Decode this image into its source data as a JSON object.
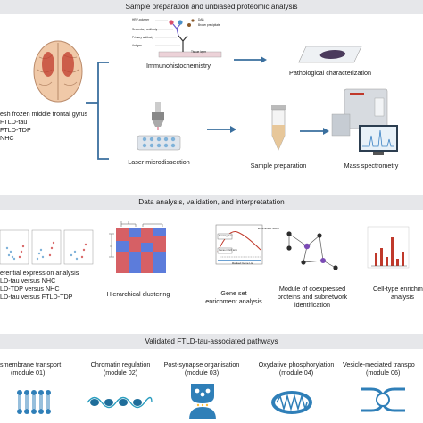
{
  "section1": {
    "title": "Sample preparation and unbiased proteomic analysis",
    "brain_label": [
      "esh frozen middle frontal gyrus",
      "FTLD-tau",
      "FTLD-TDP",
      "NHC"
    ],
    "ihc_label": "Immunohistochemistry",
    "ihc_parts": [
      "HRP-polymer",
      "DAB",
      "Brown precipitate",
      "Secondary antibody",
      "Primary antibody",
      "Antigen",
      "Tissue layer"
    ],
    "path_label": "Pathological characterization",
    "lmd_label": "Laser microdissection",
    "prep_label": "Sample preparation",
    "ms_label": "Mass spectrometry"
  },
  "section2": {
    "title": "Data analysis, validation, and interpretatation",
    "diff_label": [
      "erential expression analysis",
      "LD-tau versus NHC",
      "LD-TDP versus NHC",
      "LD-tau versus FTLD-TDP"
    ],
    "clust_label": "Hierarchical clustering",
    "gsea_label": [
      "Gene set",
      "enrichment analysis"
    ],
    "gsea_boxes": [
      "Enrichment Score",
      "Genes in GO term",
      "Ranked Gene List",
      "Running Sum"
    ],
    "module_label": [
      "Module of coexpressed",
      "proteins and subnetwork",
      "identification"
    ],
    "cell_label": [
      "Cell-type enrichm",
      "analysis"
    ]
  },
  "section3": {
    "title": "Validated FTLD-tau-associated pathways",
    "pathways": [
      {
        "name": "smembrane transport",
        "module": "(module 01)"
      },
      {
        "name": "Chromatin regulation",
        "module": "(module 02)"
      },
      {
        "name": "Post-synapse organisation",
        "module": "(module 03)"
      },
      {
        "name": "Oxydative phosphorylation",
        "module": "(module 04)"
      },
      {
        "name": "Vesicle-mediated transpo",
        "module": "(module 06)"
      }
    ]
  },
  "colors": {
    "band": "#e6e7ea",
    "arrow": "#3a6f9e",
    "blue": "#3b82c4",
    "red": "#c0392b"
  }
}
